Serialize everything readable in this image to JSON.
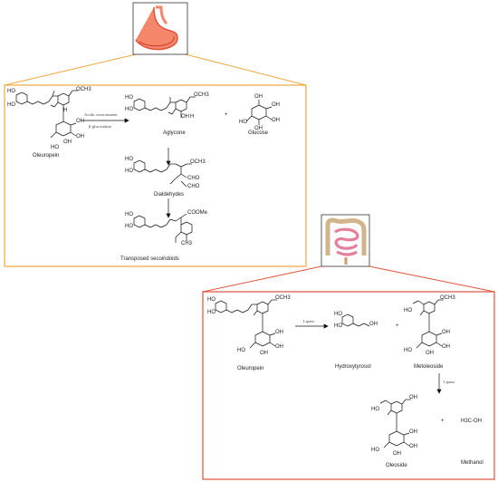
{
  "panel_stomach": {
    "reaction_conditions": [
      "Acidic environment",
      "β-glucosidase"
    ],
    "compounds": [
      "Oleuropein",
      "Aglycone",
      "Glucose",
      "Dialdehydes",
      "Transposed secoiridoids"
    ],
    "plus": "+"
  },
  "panel_intestine": {
    "enzyme_1": "Lipase",
    "enzyme_2": "Lipase",
    "compounds": [
      "Oleuropein",
      "Hydroxytyrosol",
      "Metoleoside",
      "Oleoside",
      "Methanol"
    ],
    "plus": "+"
  },
  "structure_text": {
    "och3": "OCH3",
    "ho": "HO",
    "oh": "OH",
    "h": "H",
    "o": "O",
    "cho": "CHO",
    "coome": "COOMe",
    "ch3": "CH3",
    "h3c_oh": "H3C-OH"
  },
  "colors": {
    "frame": "#f0a63a",
    "inset_frame": "#222222",
    "stomach": "#f6866a",
    "stomach_lining": "#e1523a",
    "intestine": "#d2b48c",
    "small_intestine": "#e57f9c"
  }
}
